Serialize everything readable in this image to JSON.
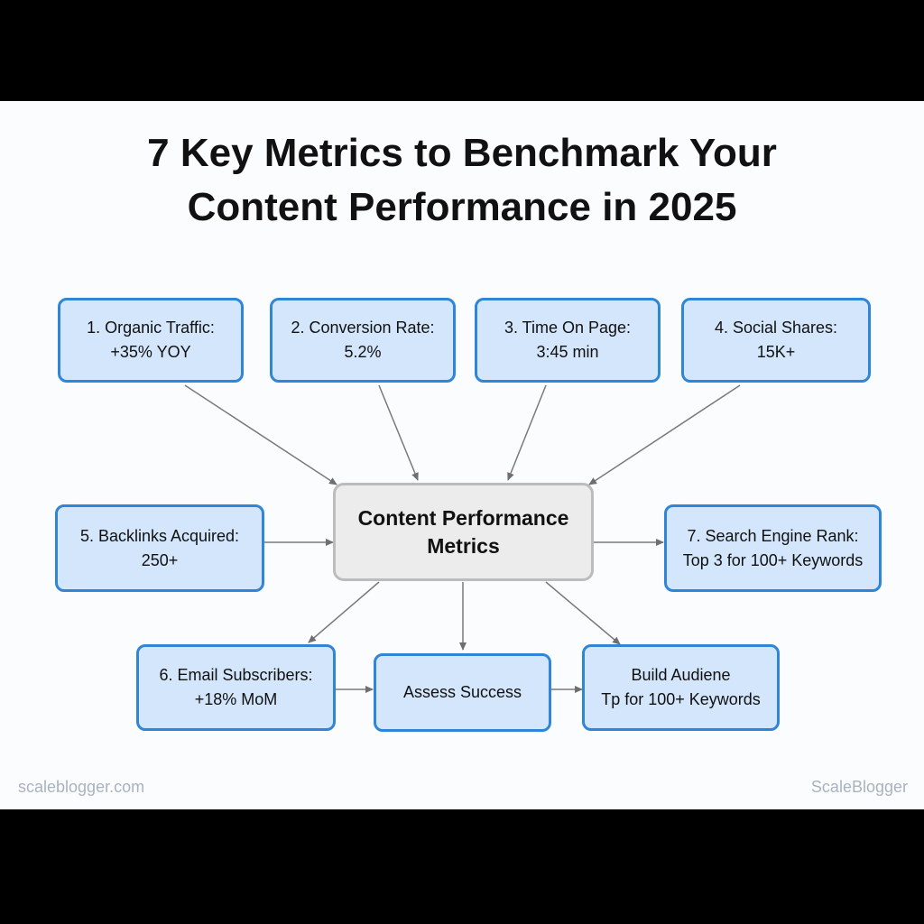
{
  "title": {
    "line1": "7 Key Metrics to Benchmark Your",
    "line2": "Content Performance in 2025"
  },
  "center": {
    "line1": "Content Performance",
    "line2": "Metrics"
  },
  "nodes": [
    {
      "line1": "1. Organic Traffic:",
      "line2": "+35% YOY"
    },
    {
      "line1": "2. Conversion Rate:",
      "line2": "5.2%"
    },
    {
      "line1": "3. Time On Page:",
      "line2": "3:45 min"
    },
    {
      "line1": "4. Social Shares:",
      "line2": "15K+"
    },
    {
      "line1": "5. Backlinks Acquired:",
      "line2": "250+"
    },
    {
      "line1": "7. Search Engine Rank:",
      "line2": "Top 3 for 100+ Keywords"
    },
    {
      "line1": "6. Email Subscribers:",
      "line2": "+18% MoM"
    },
    {
      "line1": "Assess Success"
    },
    {
      "line1": "Build Audiene",
      "line2": "Tp for 100+ Keywords"
    }
  ],
  "footer": {
    "left": "scaleblogger.com",
    "right": "ScaleBlogger"
  },
  "colors": {
    "node_fill": "#d4e6fb",
    "node_border": "#2f86d8",
    "center_fill": "#ececec",
    "center_border": "#bcbcbc",
    "arrow": "#6f6f6f"
  }
}
